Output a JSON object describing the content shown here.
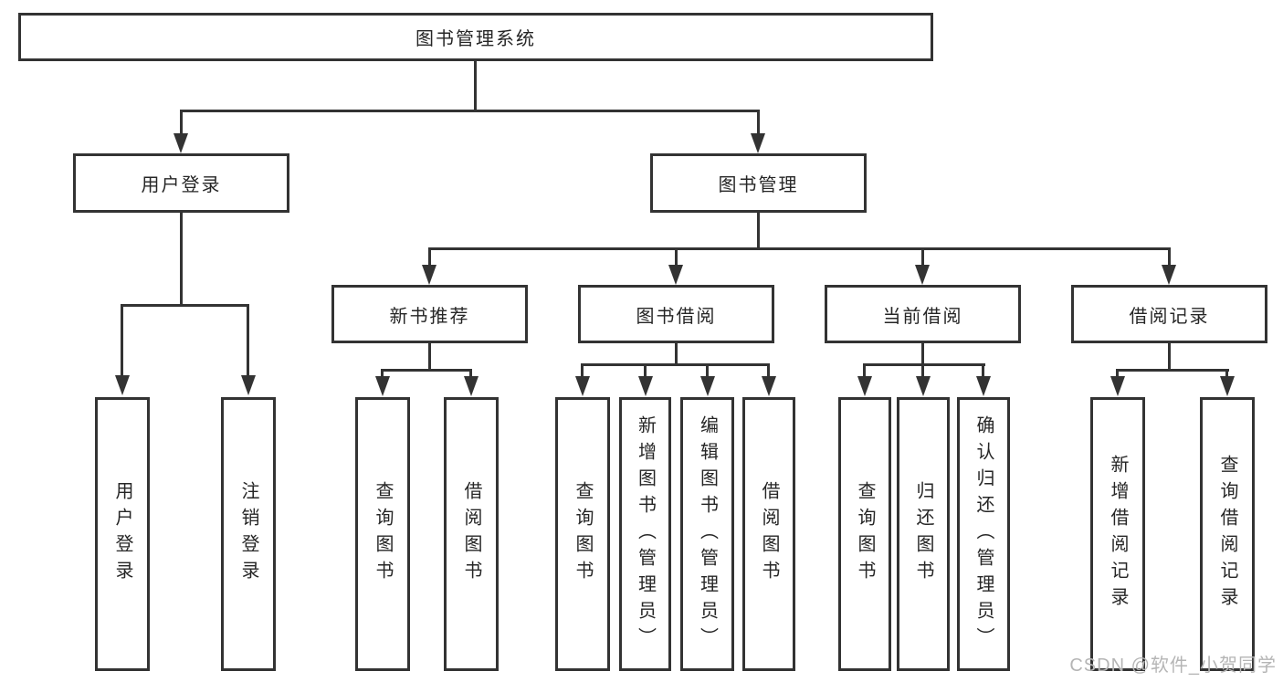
{
  "diagram": {
    "root": "图书管理系统",
    "branches": [
      {
        "label": "用户登录",
        "children": [
          "用户登录",
          "注销登录"
        ]
      },
      {
        "label": "图书管理",
        "children": [
          {
            "label": "新书推荐",
            "children": [
              "查询图书",
              "借阅图书"
            ]
          },
          {
            "label": "图书借阅",
            "children": [
              "查询图书",
              "新增图书（管理员）",
              "编辑图书（管理员）",
              "借阅图书"
            ]
          },
          {
            "label": "当前借阅",
            "children": [
              "查询图书",
              "归还图书",
              "确认归还（管理员）"
            ]
          },
          {
            "label": "借阅记录",
            "children": [
              "新增借阅记录",
              "查询借阅记录"
            ]
          }
        ]
      }
    ]
  },
  "watermark": "CSDN @软件_小贺同学",
  "colors": {
    "line": "#333333",
    "box_fill": "#ffffff",
    "text": "#262626",
    "watermark": "#b5b5b5",
    "background": "#ffffff"
  }
}
